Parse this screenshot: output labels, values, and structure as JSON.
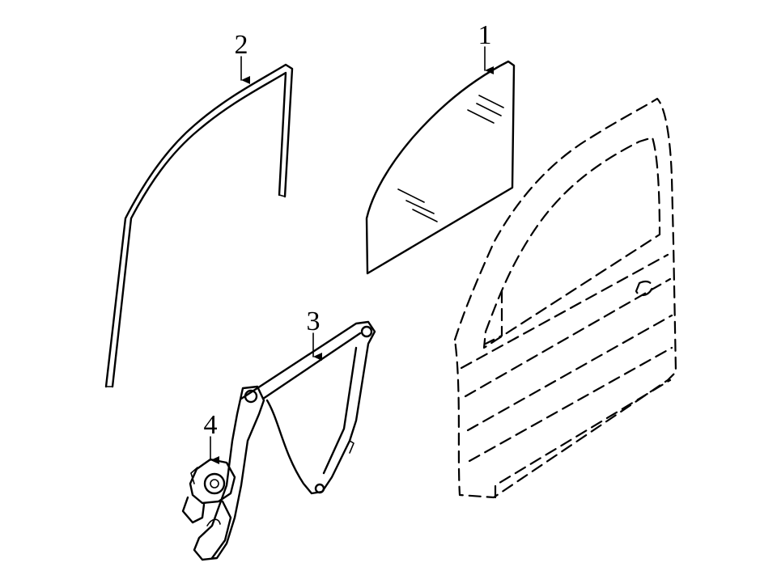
{
  "diagram": {
    "glass_color": "#9fdcf8",
    "line_color": "#000000",
    "callouts": [
      {
        "number": "1"
      },
      {
        "number": "2"
      },
      {
        "number": "3"
      },
      {
        "number": "4"
      }
    ]
  }
}
